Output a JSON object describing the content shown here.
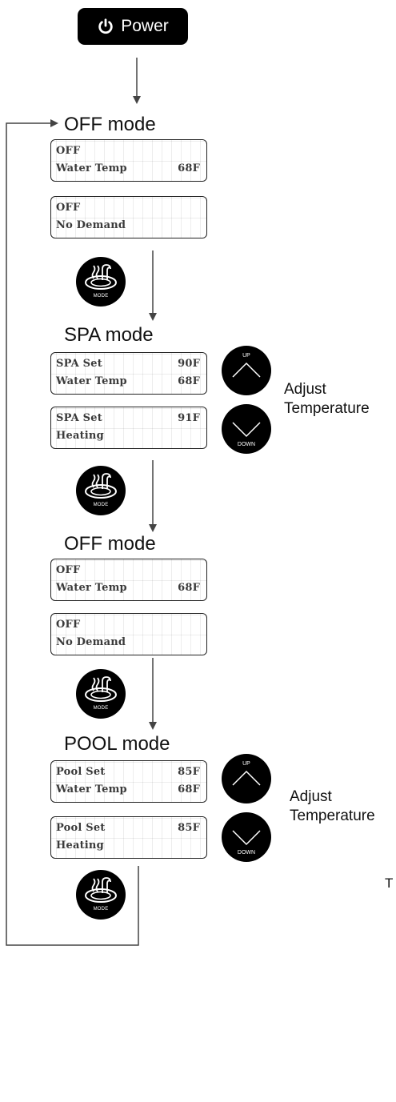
{
  "power_button": {
    "label": "Power",
    "icon": "power-icon"
  },
  "sections": [
    {
      "title": "OFF mode",
      "displays": [
        {
          "line1": "OFF",
          "line1_value": "",
          "line2": "Water Temp",
          "line2_value": "68F"
        },
        {
          "line1": "OFF",
          "line1_value": "",
          "line2": "No Demand",
          "line2_value": ""
        }
      ]
    },
    {
      "title": "SPA mode",
      "displays": [
        {
          "line1": "SPA Set",
          "line1_value": "90F",
          "line2": "Water Temp",
          "line2_value": "68F"
        },
        {
          "line1": "SPA Set",
          "line1_value": "91F",
          "line2": "Heating",
          "line2_value": ""
        }
      ],
      "adjust_label": [
        "Adjust",
        "Temperature"
      ]
    },
    {
      "title": "OFF mode",
      "displays": [
        {
          "line1": "OFF",
          "line1_value": "",
          "line2": "Water Temp",
          "line2_value": "68F"
        },
        {
          "line1": "OFF",
          "line1_value": "",
          "line2": "No Demand",
          "line2_value": ""
        }
      ]
    },
    {
      "title": "POOL mode",
      "displays": [
        {
          "line1": "Pool Set",
          "line1_value": "85F",
          "line2": "Water Temp",
          "line2_value": "68F"
        },
        {
          "line1": "Pool Set",
          "line1_value": "85F",
          "line2": "Heating",
          "line2_value": ""
        }
      ],
      "adjust_label": [
        "Adjust",
        "Temperature"
      ]
    }
  ],
  "mode_button": {
    "caption": "MODE",
    "icon": "spa-mode-icon"
  },
  "up_button": {
    "caption": "UP",
    "icon": "chevron-up-icon"
  },
  "down_button": {
    "caption": "DOWN",
    "icon": "chevron-down-icon"
  },
  "stray_text": "T",
  "colors": {
    "button": "#000000",
    "lcd_text": "#3a3a3a",
    "line": "#444444"
  }
}
